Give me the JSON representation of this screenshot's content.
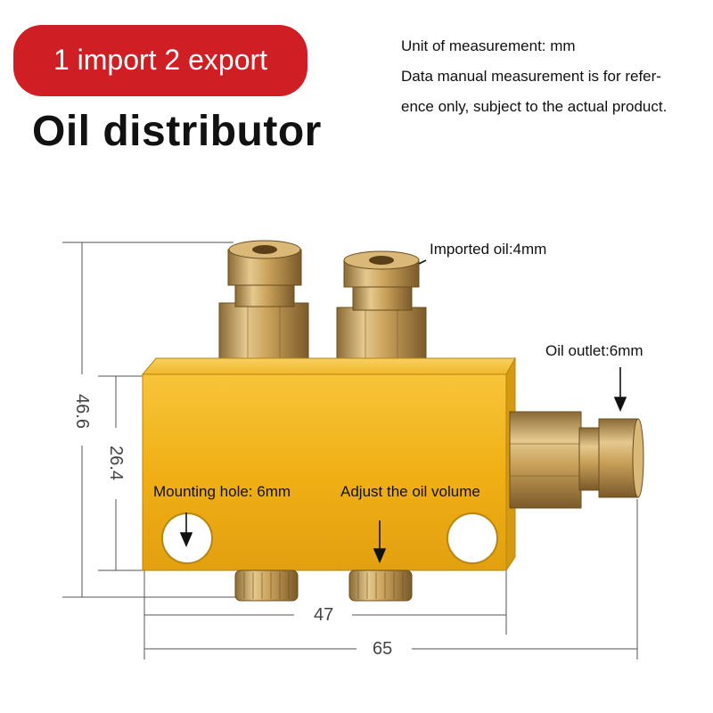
{
  "header": {
    "badge_text": "1 import 2 export",
    "title": "Oil distributor"
  },
  "notes": {
    "line1": "Unit of measurement: mm",
    "line2": "Data manual measurement is for refer-",
    "line3": "ence only, subject to the actual product."
  },
  "callouts": {
    "imported_oil": "Imported oil:4mm",
    "oil_outlet": "Oil outlet:6mm",
    "mounting_hole": "Mounting hole: 6mm",
    "adjust_oil": "Adjust the oil volume"
  },
  "dimensions": {
    "overall_height": "46.6",
    "body_height": "26.4",
    "hole_spacing": "47",
    "overall_width": "65"
  },
  "colors": {
    "badge": "#d01f24",
    "body": "#f2b318",
    "brass": "#c9a15a"
  }
}
